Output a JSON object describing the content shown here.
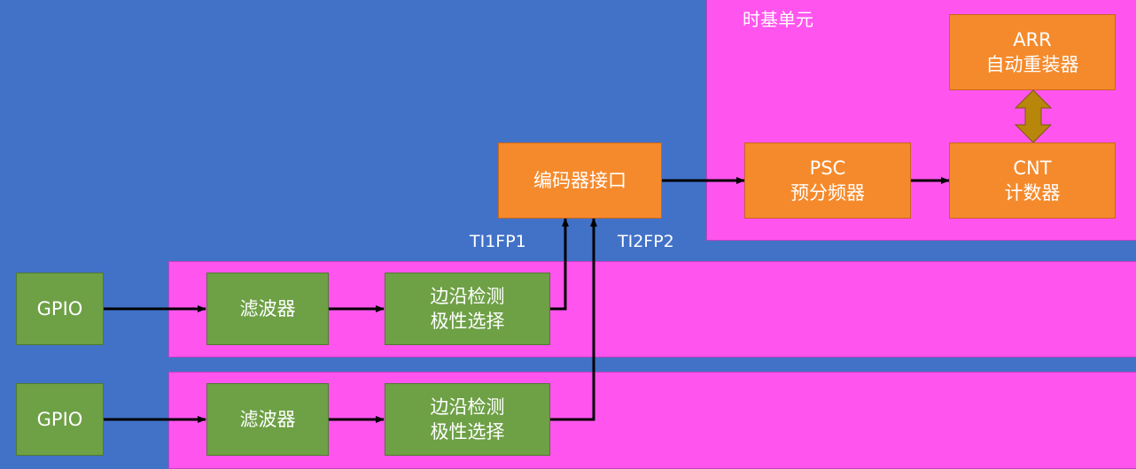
{
  "time_base_unit": {
    "title": "时基单元"
  },
  "encoder_interface": {
    "label": "编码器接口"
  },
  "psc": {
    "line1": "PSC",
    "line2": "预分频器"
  },
  "cnt": {
    "line1": "CNT",
    "line2": "计数器"
  },
  "arr": {
    "line1": "ARR",
    "line2": "自动重装器"
  },
  "channel_1": {
    "gpio": "GPIO",
    "filter": "滤波器",
    "edge_line1": "边沿检测",
    "edge_line2": "极性选择",
    "signal": "TI1FP1"
  },
  "channel_2": {
    "gpio": "GPIO",
    "filter": "滤波器",
    "edge_line1": "边沿检测",
    "edge_line2": "极性选择",
    "signal": "TI2FP2"
  },
  "colors": {
    "background": "#4272c8",
    "region": "#ff55ee",
    "block": "#f58a2c",
    "gpio": "#6ea046",
    "double_arrow": "#b8860b"
  }
}
